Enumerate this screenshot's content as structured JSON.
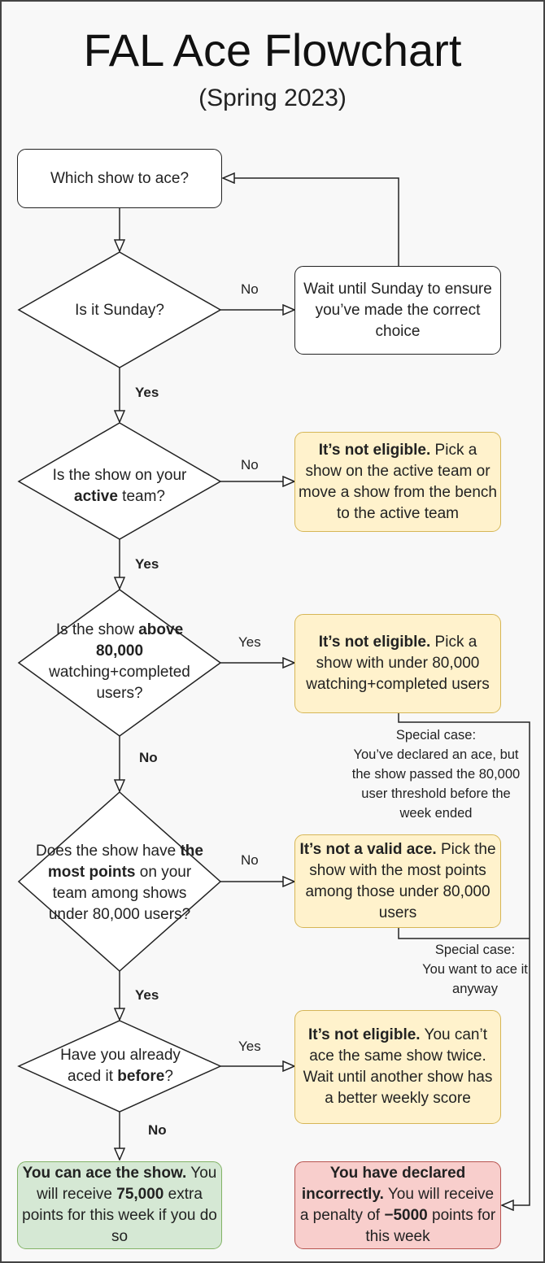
{
  "header": {
    "title": "FAL Ace Flowchart",
    "subtitle": "(Spring 2023)"
  },
  "nodes": {
    "start": "Which show to ace?",
    "q_sunday": "Is it Sunday?",
    "wait_sunday": "Wait until Sunday to ensure you’ve made the correct choice",
    "q_active": {
      "pre": "Is the show on your ",
      "bold": "active",
      "post": " team?"
    },
    "not_active": {
      "bold": "It’s not eligible.",
      "rest": " Pick a show on the active team or move a show from the bench to the active team"
    },
    "q_above": {
      "pre": "Is the show ",
      "bold": "above 80,000",
      "post": " watching+completed users?"
    },
    "not_under": {
      "bold": "It’s not eligible.",
      "rest": " Pick a show with under 80,000 watching+completed users"
    },
    "q_most": {
      "pre": "Does the show have ",
      "bold": "the most points",
      "post": " on your team among shows under 80,000 users?"
    },
    "not_valid": {
      "bold": "It’s not a valid ace.",
      "rest": " Pick the show with the most points among those under 80,000 users"
    },
    "q_before": {
      "pre": "Have you already aced it ",
      "bold": "before",
      "post": "?"
    },
    "not_twice": {
      "bold": "It’s not eligible.",
      "rest": " You can’t ace the same show twice. Wait until another show has a better weekly score"
    },
    "can_ace": {
      "bold1": "You can ace the show.",
      "mid": " You will receive ",
      "bold2": "75,000",
      "post": " extra points for this week if you do so"
    },
    "penalty": {
      "bold1": "You have declared incorrectly.",
      "mid": " You will receive a penalty of ",
      "bold2": "−5000",
      "post": " points for this week"
    }
  },
  "edge_labels": {
    "sunday_no": "No",
    "sunday_yes": "Yes",
    "active_no": "No",
    "active_yes": "Yes",
    "above_yes": "Yes",
    "above_no": "No",
    "most_no": "No",
    "most_yes": "Yes",
    "before_yes": "Yes",
    "before_no": "No"
  },
  "notes": {
    "special1": "Special case:\nYou’ve declared an ace, but the show passed the 80,000 user threshold before the week ended",
    "special2": "Special case:\nYou want to ace it anyway"
  },
  "colors": {
    "eligible_fail_fill": "#fff2cc",
    "eligible_fail_stroke": "#d6b656",
    "success_fill": "#d5e8d4",
    "success_stroke": "#82b366",
    "penalty_fill": "#f8cecc",
    "penalty_stroke": "#b85450"
  }
}
